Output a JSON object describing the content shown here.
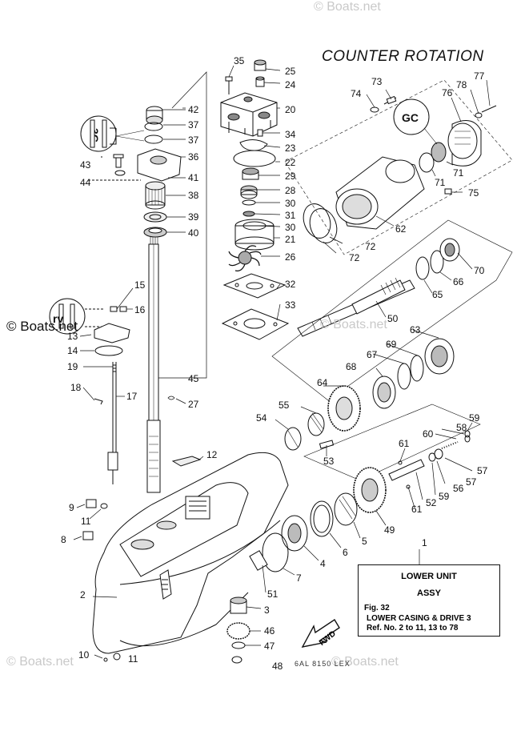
{
  "diagram": {
    "title": "COUNTER ROTATION",
    "footer_code": "6AL 8150 LEX",
    "info_box": {
      "line1": "LOWER UNIT",
      "line2": "ASSY",
      "line3": "Fig. 32",
      "line4": "LOWER CASING & DRIVE 3",
      "line5": "Ref. No. 2 to 11, 13 to 78"
    },
    "fwd_label": "FWD",
    "watermarks": [
      "© Boats.net",
      "© Boats.net",
      "© Boats.net",
      "© Boats.net",
      "© Boats.net"
    ],
    "callouts": {
      "n35": "35",
      "n25": "25",
      "n24": "24",
      "n20": "20",
      "n34": "34",
      "n23": "23",
      "n22": "22",
      "n29": "29",
      "n28": "28",
      "n30a": "30",
      "n31": "31",
      "n30b": "30",
      "n21": "21",
      "n26": "26",
      "n32": "32",
      "n33": "33",
      "n42": "42",
      "n37a": "37",
      "n37b": "37",
      "n36": "36",
      "n41": "41",
      "n38": "38",
      "n39": "39",
      "n40": "40",
      "n43": "43",
      "n44": "44",
      "n15": "15",
      "n16": "16",
      "n13": "13",
      "n14": "14",
      "n19": "19",
      "n18": "18",
      "n17": "17",
      "n45": "45",
      "n27": "27",
      "n12": "12",
      "n73": "73",
      "n77": "77",
      "n74": "74",
      "n78": "78",
      "n76": "76",
      "n71a": "71",
      "n71b": "71",
      "n75": "75",
      "n62": "62",
      "n72a": "72",
      "n72b": "72",
      "n70": "70",
      "n66": "66",
      "n65": "65",
      "n50": "50",
      "n63": "63",
      "n69": "69",
      "n67": "67",
      "n68": "68",
      "n64": "64",
      "n55": "55",
      "n54": "54",
      "n53": "53",
      "n59a": "59",
      "n58": "58",
      "n60": "60",
      "n61a": "61",
      "n57": "57",
      "n56": "56",
      "n59b": "59",
      "n52": "52",
      "n61b": "61",
      "n49": "49",
      "n5": "5",
      "n6": "6",
      "n4": "4",
      "n7": "7",
      "n51": "51",
      "n3": "3",
      "n46": "46",
      "n47": "47",
      "n48": "48",
      "n1": "1",
      "n2": "2",
      "n9": "9",
      "n11a": "11",
      "n8": "8",
      "n10": "10",
      "n11b": "11"
    }
  }
}
